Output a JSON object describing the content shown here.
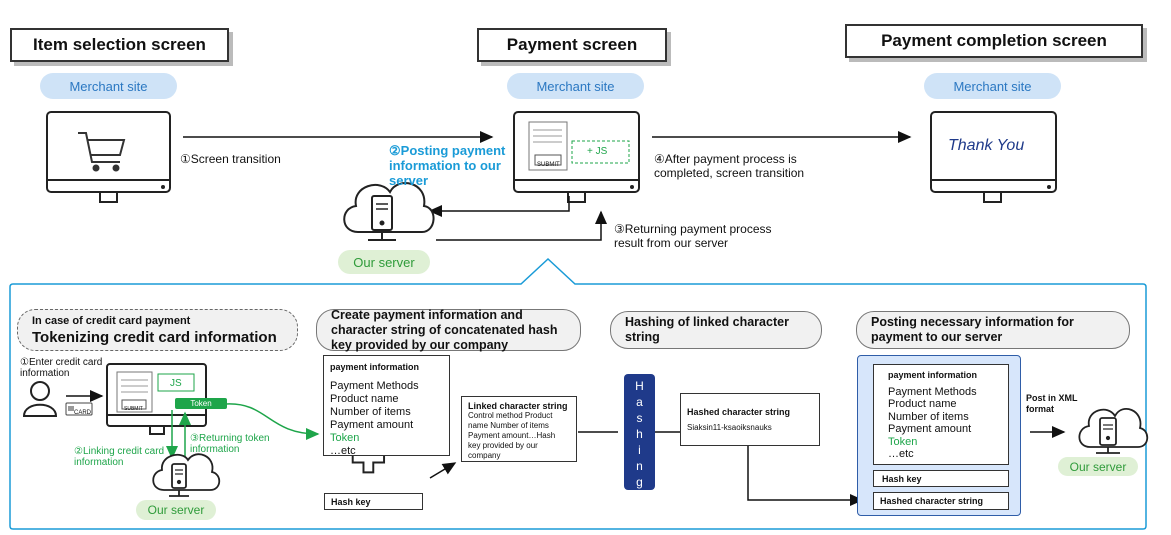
{
  "top": {
    "screens": [
      "Item selection screen",
      "Payment screen",
      "Payment completion screen"
    ],
    "merchant_label": "Merchant site",
    "steps": {
      "s1": "①Screen transition",
      "s2": [
        "②Posting payment",
        "information to our",
        "server"
      ],
      "s3": [
        "③Returning payment process",
        "result from our server"
      ],
      "s4": [
        "④After payment process is",
        "completed, screen transition"
      ]
    },
    "our_server": "Our server",
    "thank_you": "Thank You",
    "submit": "SUBMIT",
    "js": "+  JS"
  },
  "bottom": {
    "sec1": {
      "sub": "In case of credit card payment",
      "title": "Tokenizing credit card information"
    },
    "sec2": [
      "Create payment information and",
      "character string of concatenated hash",
      "key provided by our company"
    ],
    "sec3": [
      "Hashing of linked character",
      "string"
    ],
    "sec4": [
      "Posting necessary information for",
      "payment to our server"
    ],
    "enter_card": [
      "①Enter credit card",
      "information"
    ],
    "card": "CARD",
    "linking": [
      "②Linking credit card",
      "information"
    ],
    "returning_token": [
      "③Returning token",
      "information"
    ],
    "token": "Token",
    "js": "JS",
    "submit": "SUBMIT",
    "our_server": "Our server",
    "payment_info": {
      "title": "payment information",
      "items": [
        "Payment Methods",
        "Product name",
        "Number of items",
        "Payment amount"
      ],
      "token": "Token",
      "etc": "…etc"
    },
    "hash_key": "Hash key",
    "linked": {
      "title": "Linked character string",
      "body": [
        "Control method Product",
        "name Number of items",
        "Payment amount…Hash",
        "key provided by our",
        "company"
      ]
    },
    "hashing_letters": [
      "H",
      "a",
      "s",
      "h",
      "i",
      "n",
      "g"
    ],
    "hashed": {
      "title": "Hashed character string",
      "value": "Siaksin11-ksaoiksnauks"
    },
    "final": {
      "payment_info": {
        "title": "payment information",
        "items": [
          "Payment Methods",
          "Product name",
          "Number of items",
          "Payment amount"
        ],
        "token": "Token",
        "etc": "…etc"
      },
      "hash_key": "Hash key",
      "hashed": "Hashed character string"
    },
    "post_xml": [
      "Post in XML",
      "format"
    ]
  },
  "colors": {
    "blue": "#1a9bd7",
    "green": "#1ea54a",
    "navy": "#1f3a8a",
    "pill": "#cfe3f7"
  }
}
